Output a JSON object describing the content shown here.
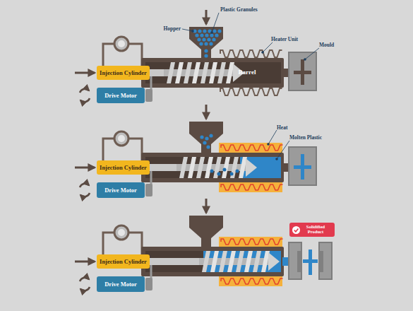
{
  "diagram": {
    "nodes": [
      {
        "text": [
          "Injection Cylinder"
        ]
      },
      {
        "text": [
          "Drive Motor"
        ]
      },
      {
        "text": [
          "Barrel"
        ]
      },
      {
        "text": [
          "Injection Cylinder"
        ]
      },
      {
        "text": [
          "Drive Motor"
        ]
      },
      {
        "text": [
          "Injection Cylinder"
        ]
      },
      {
        "text": [
          "Drive Motor"
        ]
      },
      {
        "text": [
          "Solidified Product"
        ]
      }
    ],
    "labels": [
      "Plastic Granules",
      "Hopper",
      "Heater Unit",
      "Mould",
      "Heat",
      "Molten Plastic"
    ]
  }
}
